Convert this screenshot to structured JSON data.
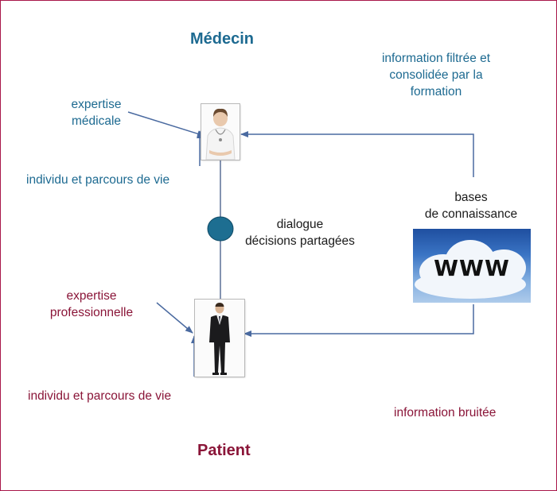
{
  "medecin": {
    "title": "Médecin",
    "expertise": [
      "expertise",
      "médicale"
    ],
    "individu": "individu et parcours de vie"
  },
  "patient": {
    "title": "Patient",
    "expertise": [
      "expertise",
      "professionnelle"
    ],
    "individu": "individu et parcours de vie"
  },
  "dialogue": [
    "dialogue",
    "décisions partagées"
  ],
  "bases": [
    "bases",
    "de connaissance"
  ],
  "web_text": "WWW",
  "info_filtree": [
    "information filtrée et",
    "consolidée par la",
    "formation"
  ],
  "info_bruitee": "information bruitée",
  "colors": {
    "medecin_text": "#1d6a91",
    "patient_text": "#8a1538",
    "arrow": "#4a6aa0",
    "dialogue_node": "#1d6e91",
    "border": "#a8174a"
  },
  "icons": {
    "doctor": "doctor-photo",
    "patient": "businessman-photo",
    "knowledge": "cloud-www-image"
  }
}
